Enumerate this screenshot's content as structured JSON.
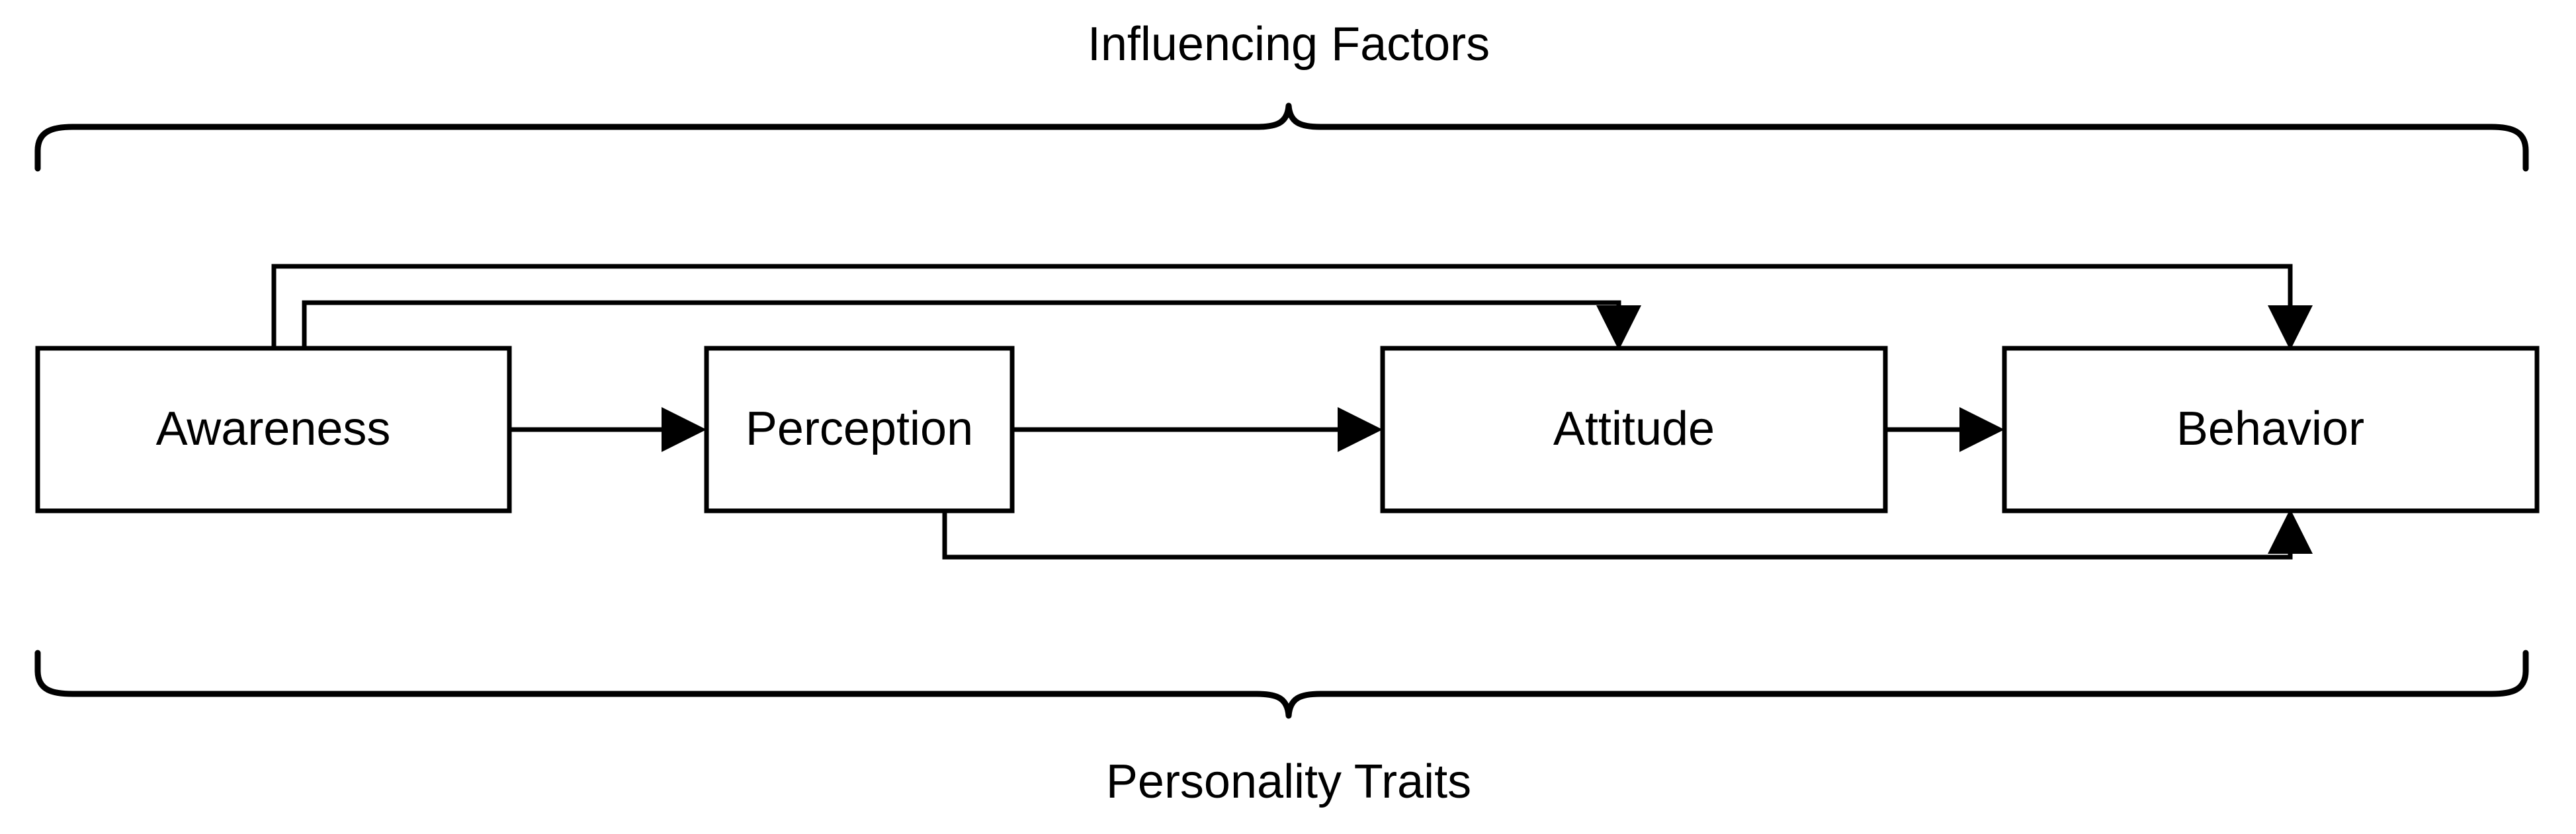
{
  "diagram": {
    "title_top": "Influencing Factors",
    "title_bottom": "Personality Traits",
    "background_color": "#ffffff",
    "line_color": "#000000",
    "nodes": [
      {
        "id": "awareness",
        "label": "Awareness"
      },
      {
        "id": "perception",
        "label": "Perception"
      },
      {
        "id": "attitude",
        "label": "Attitude"
      },
      {
        "id": "behavior",
        "label": "Behavior"
      }
    ],
    "edges": [
      {
        "from": "Awareness",
        "to": "Perception",
        "kind": "forward"
      },
      {
        "from": "Perception",
        "to": "Attitude",
        "kind": "forward"
      },
      {
        "from": "Attitude",
        "to": "Behavior",
        "kind": "forward"
      },
      {
        "from": "Awareness",
        "to": "Behavior",
        "kind": "feedback-top-outer"
      },
      {
        "from": "Awareness",
        "to": "Attitude",
        "kind": "feedback-top-inner"
      },
      {
        "from": "Perception",
        "to": "Behavior",
        "kind": "feedback-bottom"
      }
    ],
    "braces": [
      {
        "id": "top-brace",
        "label": "Influencing Factors",
        "orientation": "down"
      },
      {
        "id": "bottom-brace",
        "label": "Personality Traits",
        "orientation": "up"
      }
    ]
  }
}
